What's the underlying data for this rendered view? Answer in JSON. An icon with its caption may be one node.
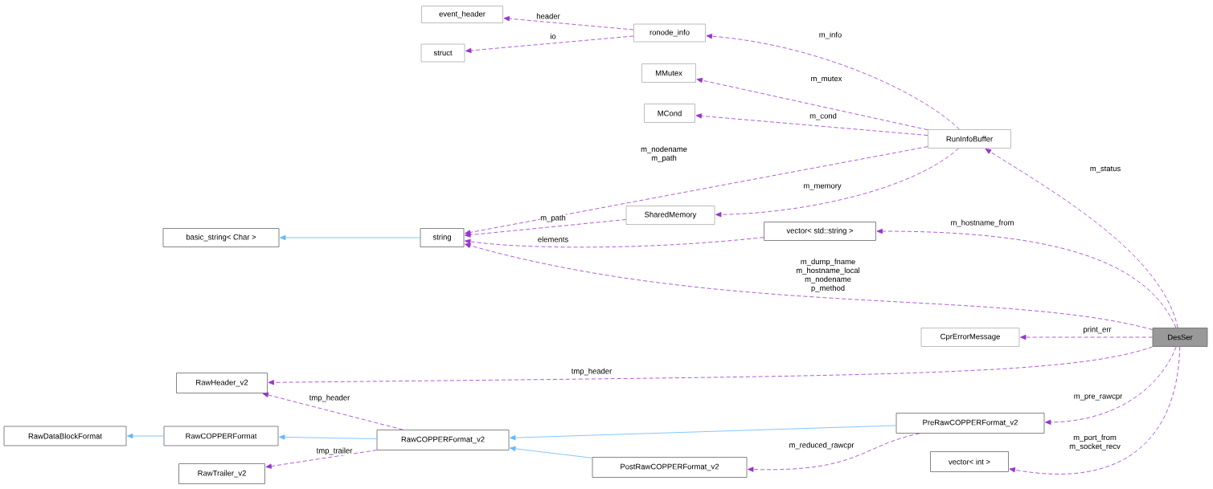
{
  "diagram": {
    "nodes": [
      {
        "text": [
          "event_header"
        ]
      },
      {
        "text": [
          "ronode_info"
        ]
      },
      {
        "text": [
          "struct"
        ]
      },
      {
        "text": [
          "MMutex"
        ]
      },
      {
        "text": [
          "MCond"
        ]
      },
      {
        "text": [
          "RunInfoBuffer"
        ]
      },
      {
        "text": [
          "SharedMemory"
        ]
      },
      {
        "text": [
          "basic_string< Char >"
        ]
      },
      {
        "text": [
          "string"
        ]
      },
      {
        "text": [
          "vector< std::string >"
        ]
      },
      {
        "text": [
          "CprErrorMessage"
        ]
      },
      {
        "text": [
          "DesSer"
        ]
      },
      {
        "text": [
          "RawHeader_v2"
        ]
      },
      {
        "text": [
          "PreRawCOPPERFormat_v2"
        ]
      },
      {
        "text": [
          "RawDataBlockFormat"
        ]
      },
      {
        "text": [
          "RawCOPPERFormat"
        ]
      },
      {
        "text": [
          "RawCOPPERFormat_v2"
        ]
      },
      {
        "text": [
          "RawTrailer_v2"
        ]
      },
      {
        "text": [
          "vector< int >"
        ]
      },
      {
        "text": [
          "PostRawCOPPERFormat_v2"
        ]
      }
    ],
    "edges": [
      {
        "from": 1,
        "to": 0,
        "arrow": "to",
        "label": "header",
        "style": "dashed"
      },
      {
        "from": 1,
        "to": 2,
        "arrow": "to",
        "label": "io",
        "style": "dashed"
      },
      {
        "from": 5,
        "to": 1,
        "arrow": "to",
        "label": "m_info",
        "style": "dashed"
      },
      {
        "from": 5,
        "to": 3,
        "arrow": "to",
        "label": "m_mutex",
        "style": "dashed"
      },
      {
        "from": 5,
        "to": 4,
        "arrow": "to",
        "label": "m_cond",
        "style": "dashed"
      },
      {
        "from": 5,
        "to": 8,
        "arrow": "to",
        "label": "m_nodename m_path",
        "style": "dashed"
      },
      {
        "from": 5,
        "to": 6,
        "arrow": "to",
        "label": "m_memory",
        "style": "dashed"
      },
      {
        "from": 6,
        "to": 8,
        "arrow": "to",
        "label": "m_path",
        "style": "dashed"
      },
      {
        "from": 9,
        "to": 8,
        "arrow": "to",
        "label": "elements",
        "style": "dashed"
      },
      {
        "from": 8,
        "to": 7,
        "arrow": "to",
        "color": "#63b8ff"
      },
      {
        "from": 11,
        "to": 5,
        "arrow": "to",
        "label": "m_status",
        "style": "dashed"
      },
      {
        "from": 11,
        "to": 9,
        "arrow": "to",
        "label": "m_hostname_from",
        "style": "dashed"
      },
      {
        "from": 11,
        "to": 8,
        "arrow": "to",
        "label": "m_dump_fname m_hostname_local m_nodename p_method",
        "style": "dashed"
      },
      {
        "from": 11,
        "to": 10,
        "arrow": "to",
        "label": "print_err",
        "style": "dashed"
      },
      {
        "from": 11,
        "to": 12,
        "arrow": "to",
        "label": "tmp_header",
        "style": "dashed"
      },
      {
        "from": 16,
        "to": 12,
        "arrow": "to",
        "label": "tmp_header",
        "style": "dashed"
      },
      {
        "from": 15,
        "to": 14,
        "arrow": "to",
        "color": "#63b8ff"
      },
      {
        "from": 16,
        "to": 15,
        "arrow": "to",
        "color": "#63b8ff"
      },
      {
        "from": 13,
        "to": 16,
        "arrow": "to",
        "color": "#63b8ff"
      },
      {
        "from": 19,
        "to": 16,
        "arrow": "to",
        "color": "#63b8ff"
      },
      {
        "from": 16,
        "to": 17,
        "arrow": "to",
        "label": "tmp_trailer",
        "style": "dashed"
      },
      {
        "from": 13,
        "to": 19,
        "arrow": "to",
        "label": "m_reduced_rawcpr",
        "style": "dashed"
      },
      {
        "from": 11,
        "to": 13,
        "arrow": "to",
        "label": "m_pre_rawcpr",
        "style": "dashed"
      },
      {
        "from": 11,
        "to": 18,
        "arrow": "to",
        "label": "m_port_from m_socket_recv",
        "style": "dashed"
      }
    ]
  }
}
